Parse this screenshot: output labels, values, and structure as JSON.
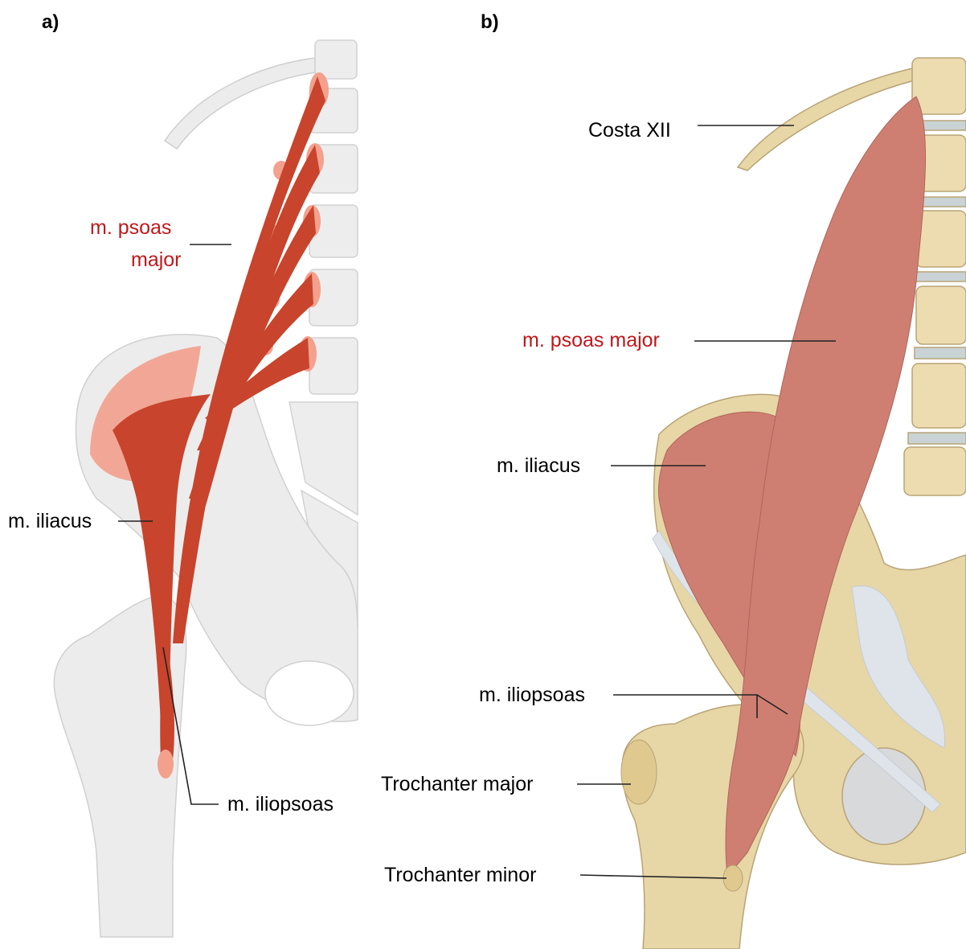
{
  "panels": {
    "a": {
      "tag": "a)",
      "labels": {
        "psoas_major_line1": "m. psoas",
        "psoas_major_line2": "major",
        "iliacus": "m. iliacus",
        "iliopsoas": "m. iliopsoas"
      }
    },
    "b": {
      "tag": "b)",
      "labels": {
        "costa": "Costa XII",
        "psoas_major": "m. psoas major",
        "iliacus": "m. iliacus",
        "iliopsoas": "m. iliopsoas",
        "trochanter_major": "Trochanter major",
        "trochanter_minor": "Trochanter minor"
      }
    }
  },
  "colors": {
    "highlight_text": "#c0181b",
    "muscle_a": "#c8442c",
    "muscle_a_origin": "#f3a08d",
    "bone_a": "#ebebeb",
    "bone_b": "#e7d6a6",
    "muscle_b": "#cf7f72",
    "ligament_b": "#dfe4ea"
  }
}
